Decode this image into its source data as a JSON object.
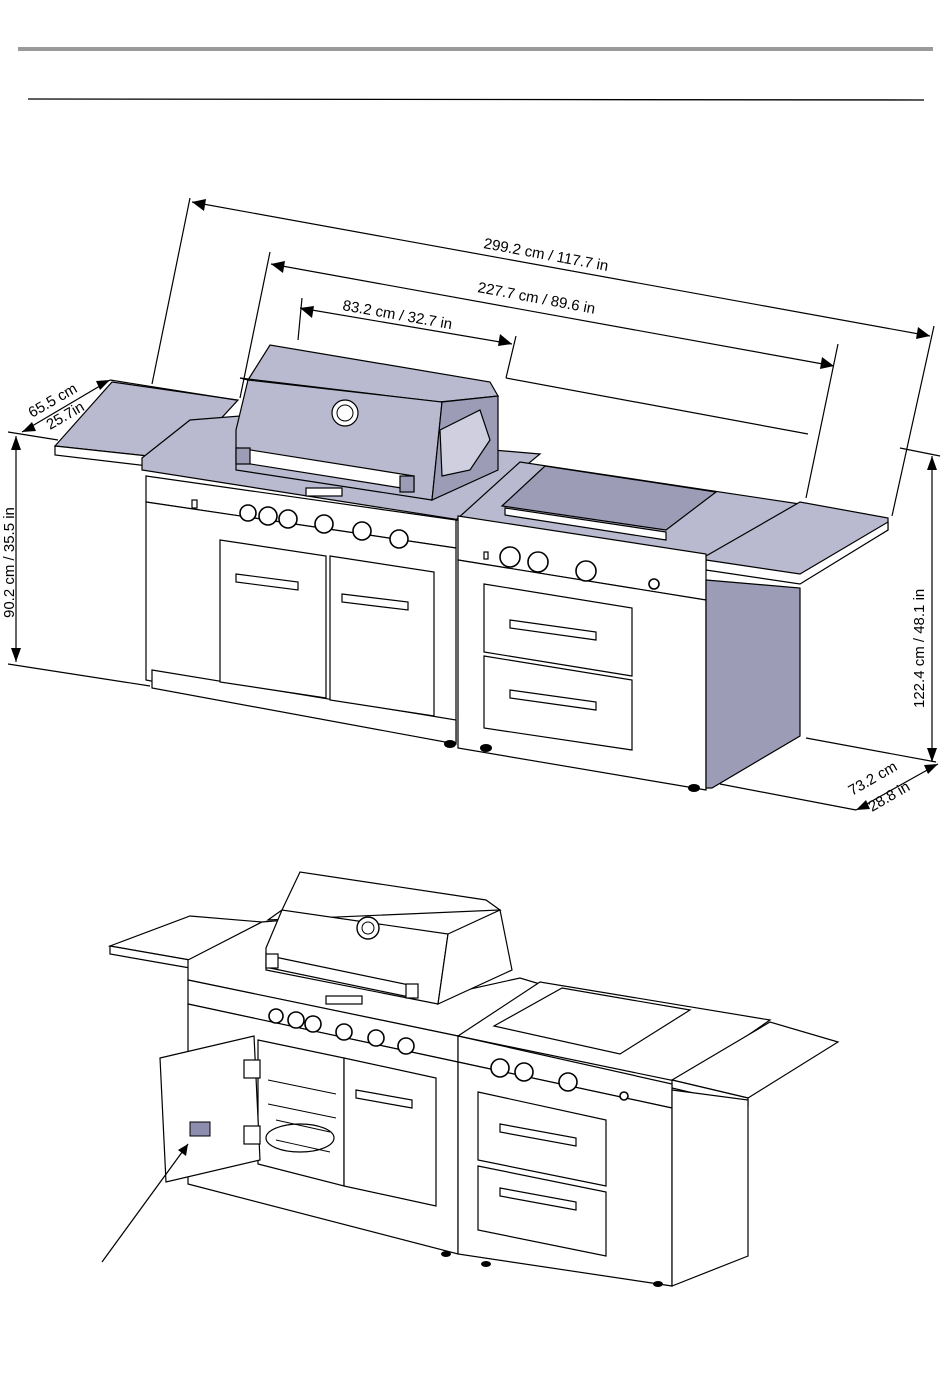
{
  "header": {
    "rule_color": "#9a9a9a"
  },
  "dimensions": {
    "overall_width": "299.2 cm / 117.7 in",
    "cabinet_width": "227.7 cm / 89.6 in",
    "grill_width": "83.2 cm / 32.7 in",
    "side_depth_cm": "65.5 cm",
    "side_depth_in": "25.7in",
    "counter_height": "90.2 cm / 35.5 in",
    "overall_height": "122.4 cm / 48.1 in",
    "overall_depth_cm": "73.2 cm",
    "overall_depth_in": "28.8 in"
  },
  "colors": {
    "steel": "#b9b9cf",
    "steel_dark": "#9c9cb6",
    "label_plate": "#8d8db0"
  }
}
